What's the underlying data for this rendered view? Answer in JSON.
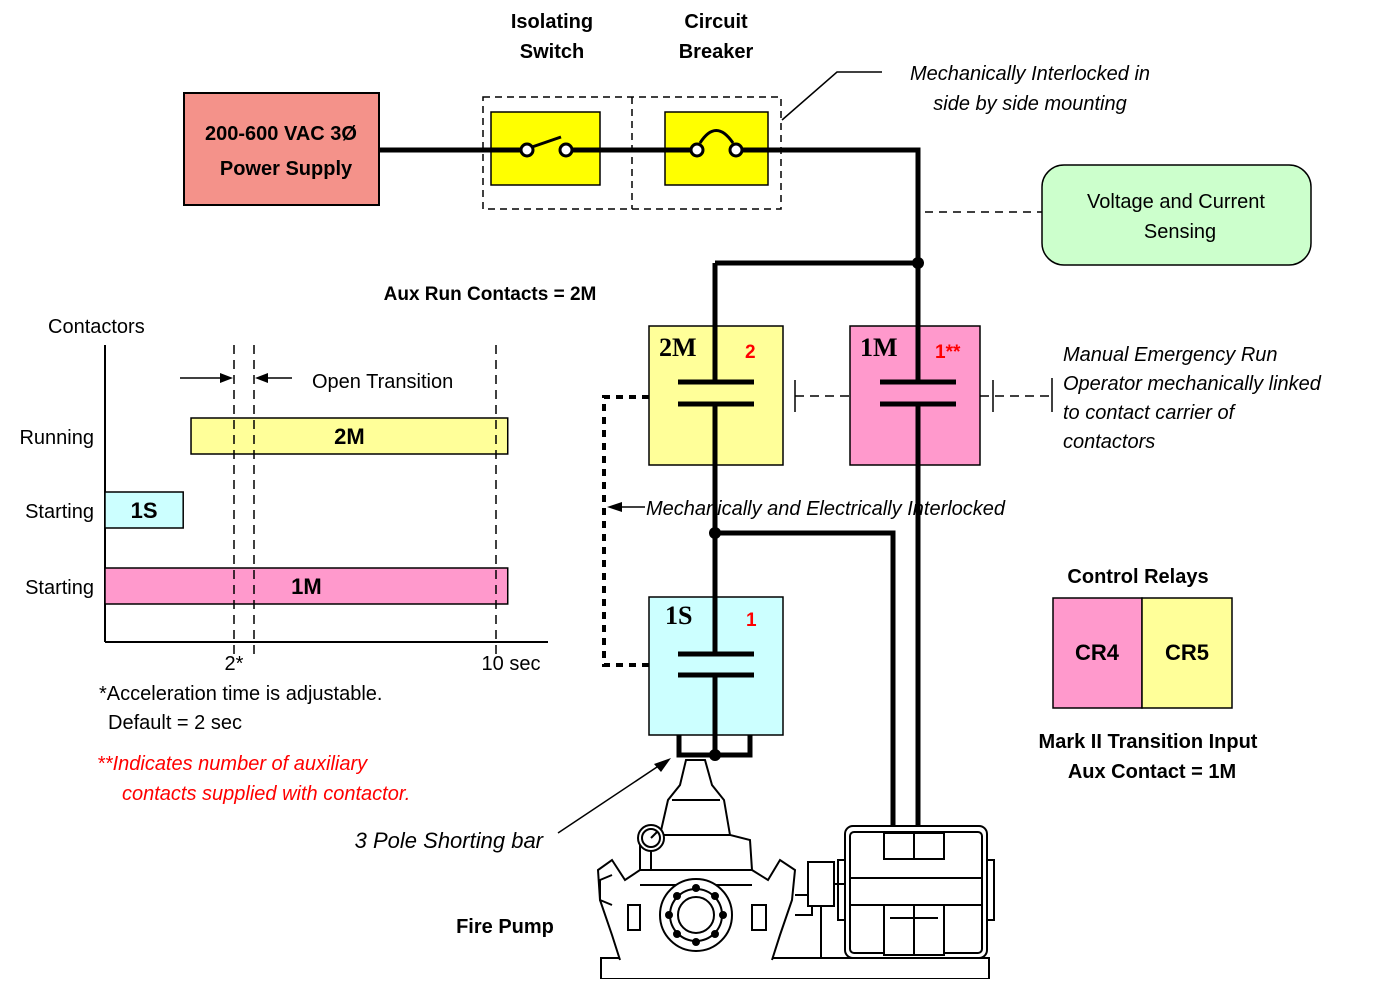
{
  "header": {
    "isolating_switch_line1": "Isolating",
    "isolating_switch_line2": "Switch",
    "circuit_breaker_line1": "Circuit",
    "circuit_breaker_line2": "Breaker",
    "interlock_note_line1": "Mechanically Interlocked in",
    "interlock_note_line2": "side by side mounting"
  },
  "power_supply": {
    "line1": "200-600 VAC 3Ø",
    "line2": "Power Supply",
    "color": "#f4928a"
  },
  "sensing": {
    "line1": "Voltage and Current",
    "line2": "Sensing",
    "color": "#ccffcc"
  },
  "aux_run_label": "Aux Run Contacts = 2M",
  "contactors": {
    "c2m": {
      "name": "2M",
      "aux": "2",
      "color": "#ffff99"
    },
    "c1m": {
      "name": "1M",
      "aux": "1**",
      "color": "#ff99cc"
    },
    "c1s": {
      "name": "1S",
      "aux": "1",
      "color": "#ccffff"
    }
  },
  "manual_note": {
    "line1": "Manual Emergency Run",
    "line2": "Operator mechanically linked",
    "line3": "to contact carrier of",
    "line4": "contactors"
  },
  "interlock_label": "Mechanically and Electrically Interlocked",
  "timing": {
    "y_axis_label": "Contactors",
    "open_transition": "Open Transition",
    "rows": [
      {
        "label": "Running",
        "bar": "2M",
        "start": 2.2,
        "end": 10.3,
        "color": "#ffff99"
      },
      {
        "label": "Starting",
        "bar": "1S",
        "start": 0,
        "end": 2,
        "color": "#ccffff"
      },
      {
        "label": "Starting",
        "bar": "1M",
        "start": 0,
        "end": 10.3,
        "color": "#ff99cc"
      }
    ],
    "tick_2": "2*",
    "tick_10": "10 sec",
    "footnote_line1": "*Acceleration time is adjustable.",
    "footnote_line2": "Default = 2 sec",
    "aux_note_line1": "**Indicates number of auxiliary",
    "aux_note_line2": "contacts supplied with contactor."
  },
  "shorting_bar_label": "3 Pole Shorting bar",
  "fire_pump_label": "Fire Pump",
  "control_relays": {
    "title": "Control Relays",
    "cr4": "CR4",
    "cr5": "CR5",
    "cr4_color": "#ff99cc",
    "cr5_color": "#ffff99",
    "note_line1": "Mark II Transition Input",
    "note_line2": "Aux Contact = 1M"
  },
  "switch_color": "#ffff00",
  "aux_number_color": "#ff0000"
}
